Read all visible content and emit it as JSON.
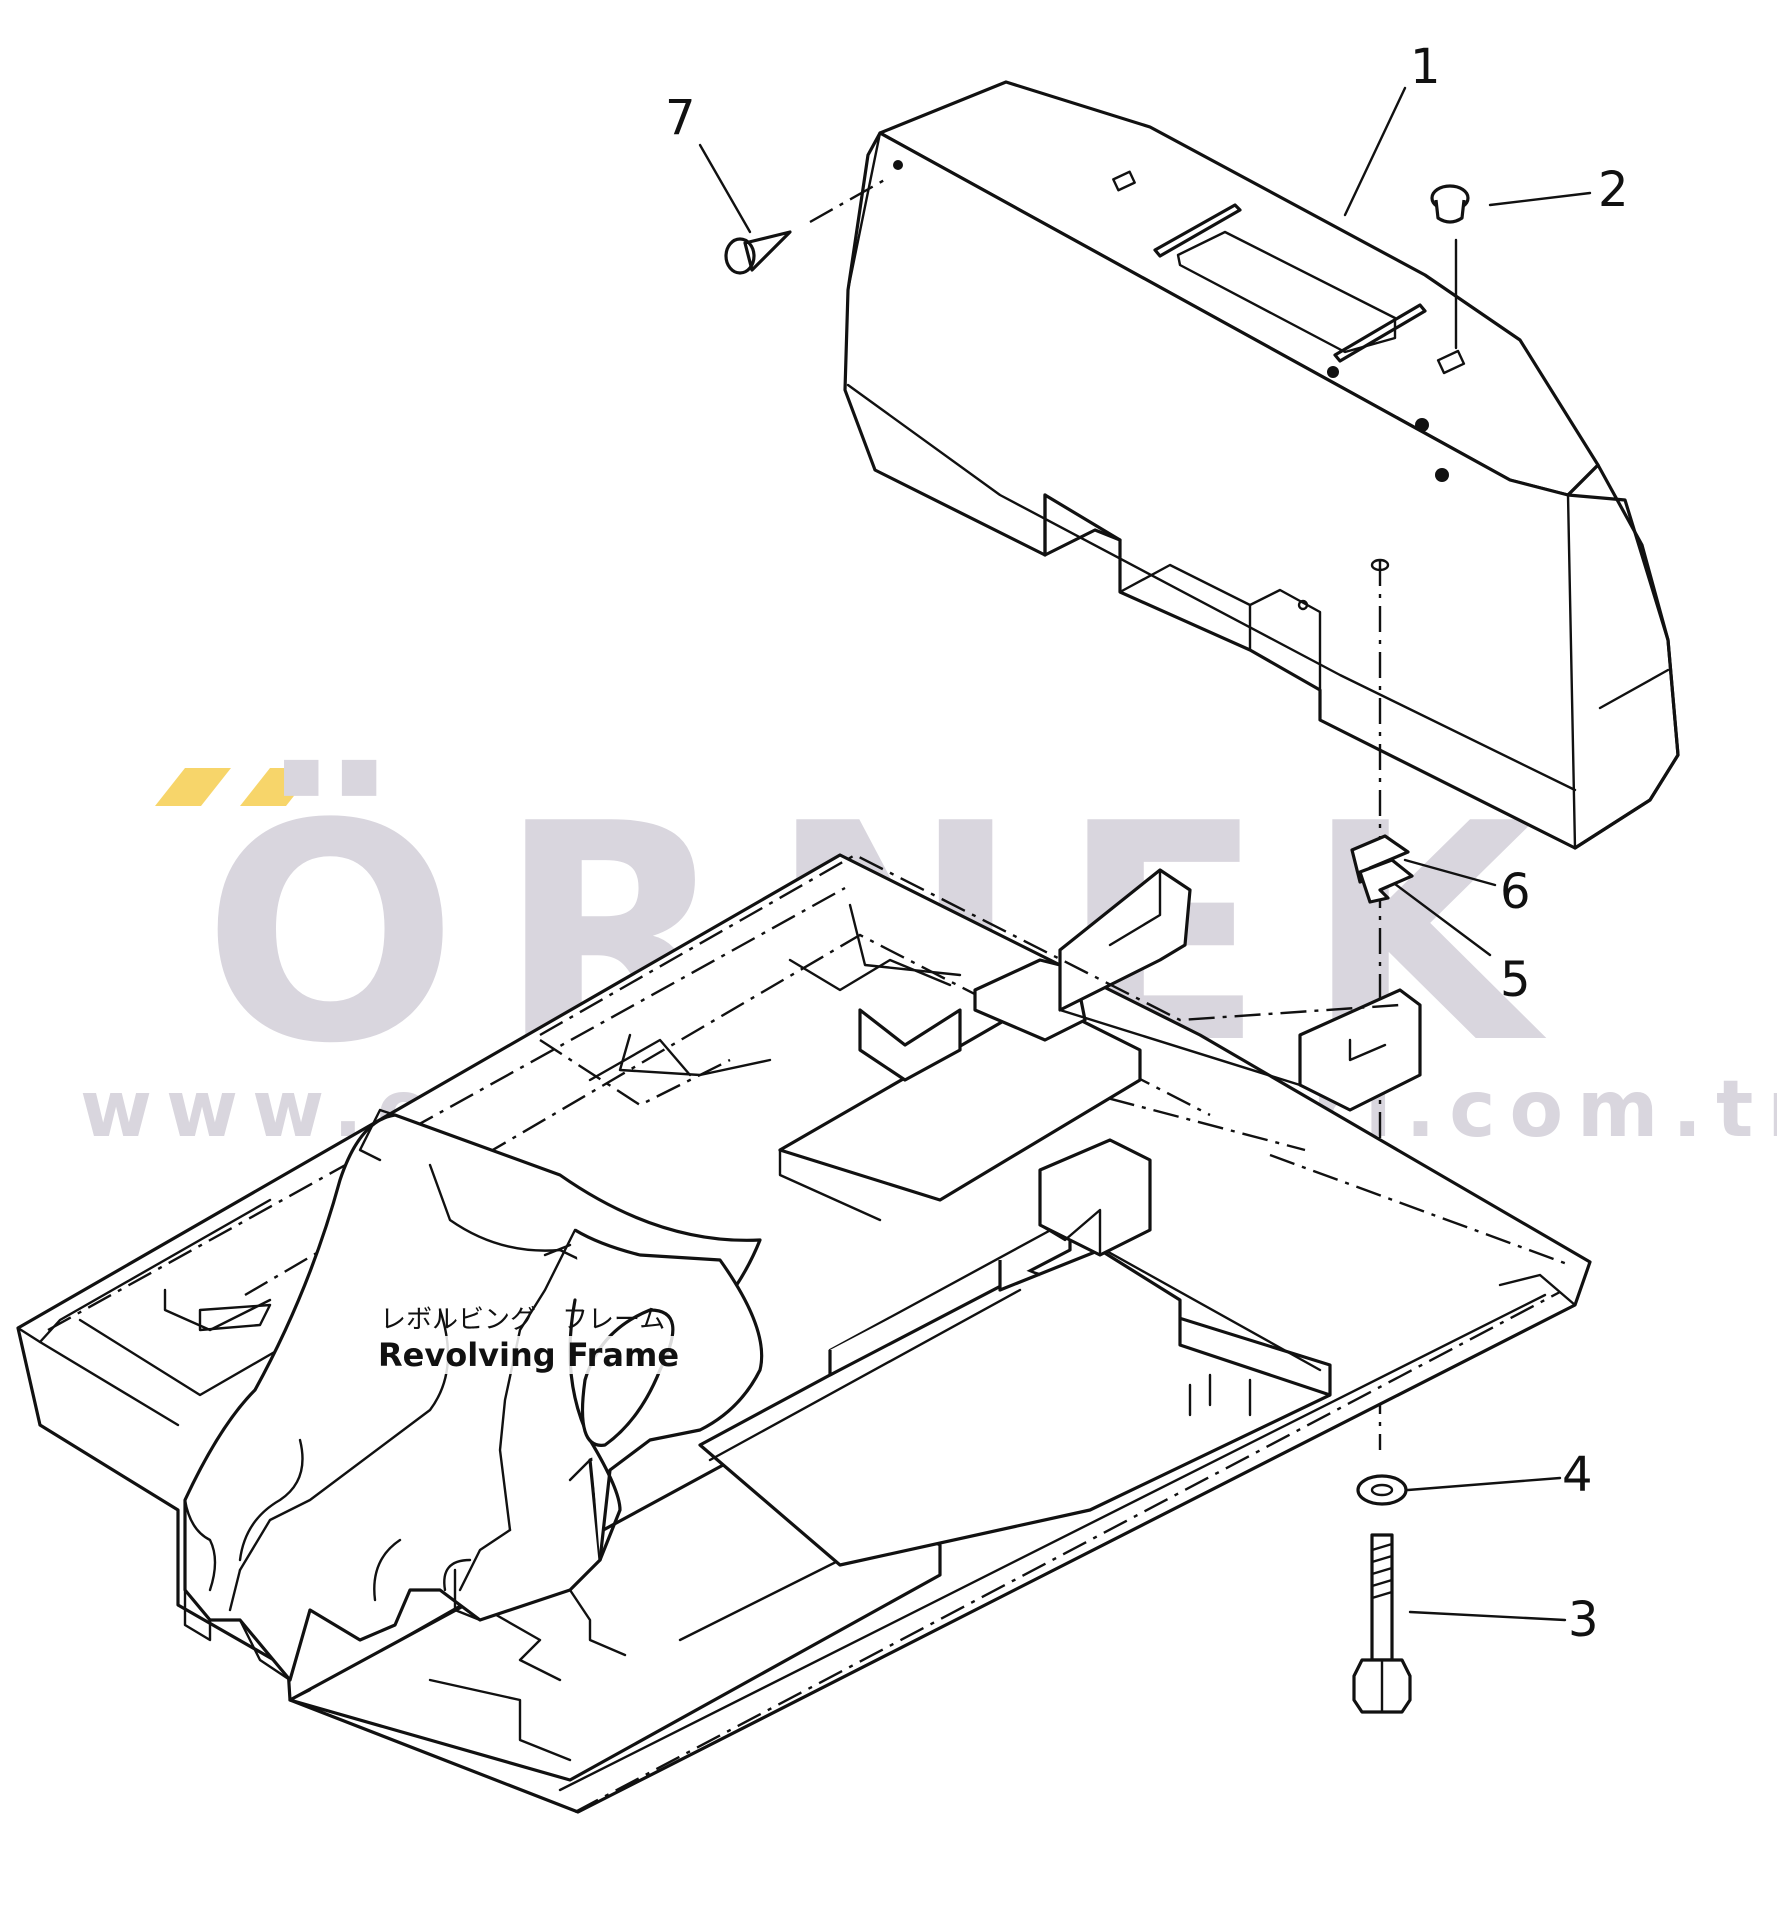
{
  "watermark": {
    "logo_text": "ÖRNEK",
    "url_text": "www.ornekismakinalari.com.tr",
    "accent_color": "#f7d56a",
    "text_color": "#d9d6de"
  },
  "callouts": [
    {
      "id": "1",
      "label": "1"
    },
    {
      "id": "2",
      "label": "2"
    },
    {
      "id": "3",
      "label": "3"
    },
    {
      "id": "4",
      "label": "4"
    },
    {
      "id": "5",
      "label": "5"
    },
    {
      "id": "6",
      "label": "6"
    },
    {
      "id": "7",
      "label": "7"
    }
  ],
  "frame_label": {
    "japanese": "レボルビング　フレーム",
    "english": "Revolving Frame"
  }
}
